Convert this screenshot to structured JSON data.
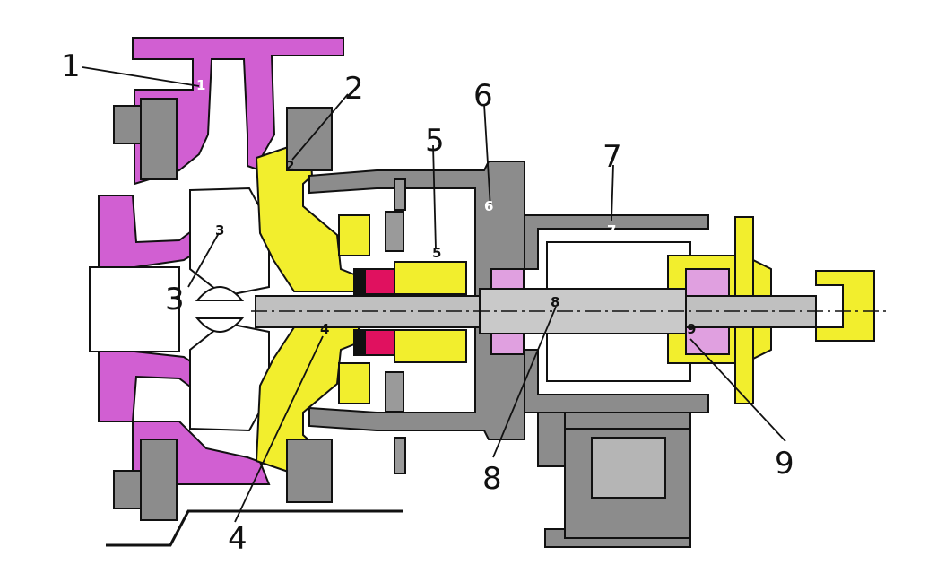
{
  "diagram": {
    "callouts": [
      "1",
      "2",
      "3",
      "4",
      "5",
      "6",
      "7",
      "8",
      "9"
    ],
    "inner_labels": [
      "1",
      "2",
      "3",
      "4",
      "5",
      "6",
      "7",
      "8",
      "9"
    ]
  },
  "colors": {
    "casing": "#d15fd2",
    "cover": "#f2ee2d",
    "frame": "#8c8c8c",
    "frame_light": "#c9c9c9",
    "seal": "#e0115f",
    "line": "#111111"
  }
}
